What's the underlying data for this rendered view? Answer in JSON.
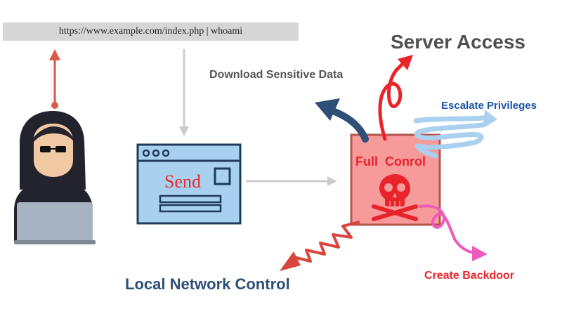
{
  "url_bar": {
    "text": "https://www.example.com/index.php | whoami"
  },
  "labels": {
    "server_access": "Server Access",
    "download": "Download Sensitive Data",
    "escalate": "Escalate Privileges",
    "local_network": "Local Network Control",
    "create_backdoor": "Create Backdoor",
    "send": "Send",
    "full_control": "Full  Conrol"
  },
  "colors": {
    "red_arrow": "#e8232a",
    "dark_blue_arrow": "#2e4f76",
    "light_blue_arrow": "#a9d0ee",
    "pink_arrow": "#ee5bbd",
    "brick_arrow": "#d9463e",
    "window_fill": "#a9d0ee",
    "server_box_fill": "#f79a9a",
    "server_box_border": "#b5564e",
    "hacker_pointer": "#d95a48"
  },
  "icons": [
    "hacker-icon",
    "browser-window-icon",
    "skull-icon"
  ]
}
